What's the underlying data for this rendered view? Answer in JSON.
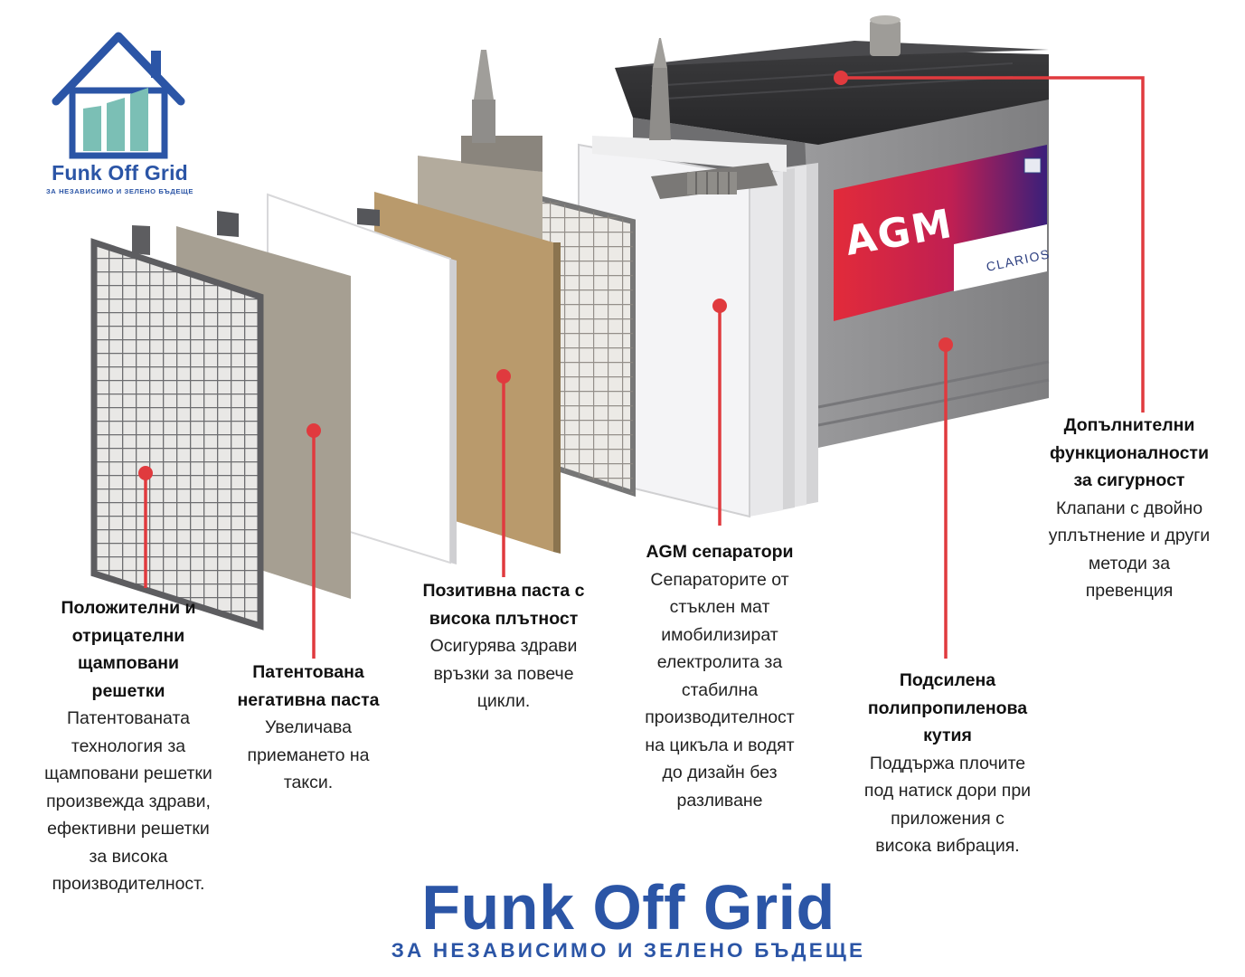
{
  "logo_top": {
    "name": "Funk Off Grid",
    "tagline": "ЗА НЕЗАВИСИМО И ЗЕЛЕНО БЪДЕЩЕ"
  },
  "battery": {
    "badge": "AGM",
    "brand": "CLARIOS"
  },
  "callouts": [
    {
      "title": "Положителни и\nотрицателни\nщамповани\nрешетки",
      "desc": "Патентованата\nтехнология за\nщамповани решетки\nпроизвежда здрави,\nефективни решетки\nза висока\nпроизводителност."
    },
    {
      "title": "Патентована\nнегативна паста",
      "desc": "Увеличава\nприемането на\nтакси."
    },
    {
      "title": "Позитивна паста с\nвисока плътност",
      "desc": "Осигурява здрави\nвръзки за повече\nцикли."
    },
    {
      "title": "AGM сепаратори",
      "desc": "Сепараторите от\nстъклен мат\nимобилизират\nелектролита за\nстабилна\nпроизводителност\nна цикъла и водят\nдо дизайн без\nразливане"
    },
    {
      "title": "Подсилена\nполипропиленова\nкутия",
      "desc": "Поддържа плочите\nпод натиск дори при\nприложения с\nвисока вибрация."
    },
    {
      "title": "Допълнителни\nфункционалности\nза сигурност",
      "desc": "Клапани с двойно\nуплътнение и други\nметоди за\nпревенция"
    }
  ],
  "logo_bottom": {
    "name": "Funk Off Grid",
    "tagline": "ЗА НЕЗАВИСИМО И ЗЕЛЕНО БЪДЕЩЕ"
  },
  "colors": {
    "brand_blue": "#2b55a6",
    "logo_teal": "#7bbfb5",
    "pointer_red": "#e03a3e",
    "case_grey": "#8a8a8c",
    "lid_dark": "#2f2f31",
    "label_red": "#e22b3a",
    "label_purple": "#3a1f7a",
    "paste_tan": "#b99a6c",
    "plate_taupe": "#a69f92"
  }
}
